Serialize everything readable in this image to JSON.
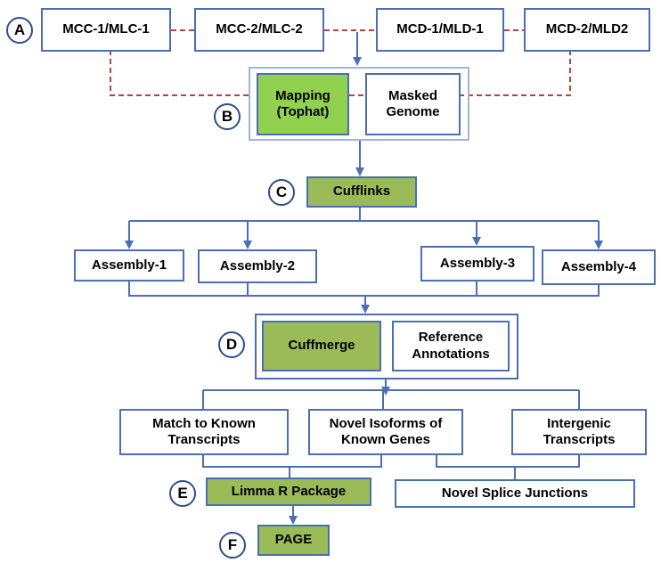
{
  "colors": {
    "box_border": "#4a6fb5",
    "green_fill": "#9bbb59",
    "bright_green_fill": "#92d050",
    "dashed_link": "#b5433c",
    "connector": "#4a6fb5"
  },
  "steps": {
    "A": "A",
    "B": "B",
    "C": "C",
    "D": "D",
    "E": "E",
    "F": "F"
  },
  "samples": {
    "mcc1": "MCC-1/MLC-1",
    "mcc2": "MCC-2/MLC-2",
    "mcd1": "MCD-1/MLD-1",
    "mcd2": "MCD-2/MLD2"
  },
  "mapping": {
    "tophat": "Mapping\n(Tophat)",
    "masked_genome": "Masked\nGenome"
  },
  "cufflinks": "Cufflinks",
  "assemblies": {
    "a1": "Assembly-1",
    "a2": "Assembly-2",
    "a3": "Assembly-3",
    "a4": "Assembly-4"
  },
  "merge": {
    "cuffmerge": "Cuffmerge",
    "reference": "Reference\nAnnotations"
  },
  "categories": {
    "known": "Match to Known\nTranscripts",
    "novel_isoforms": "Novel  Isoforms of\nKnown Genes",
    "intergenic": "Intergenic\nTranscripts"
  },
  "limma": "Limma R Package",
  "splice": "Novel Splice Junctions",
  "page": "PAGE"
}
